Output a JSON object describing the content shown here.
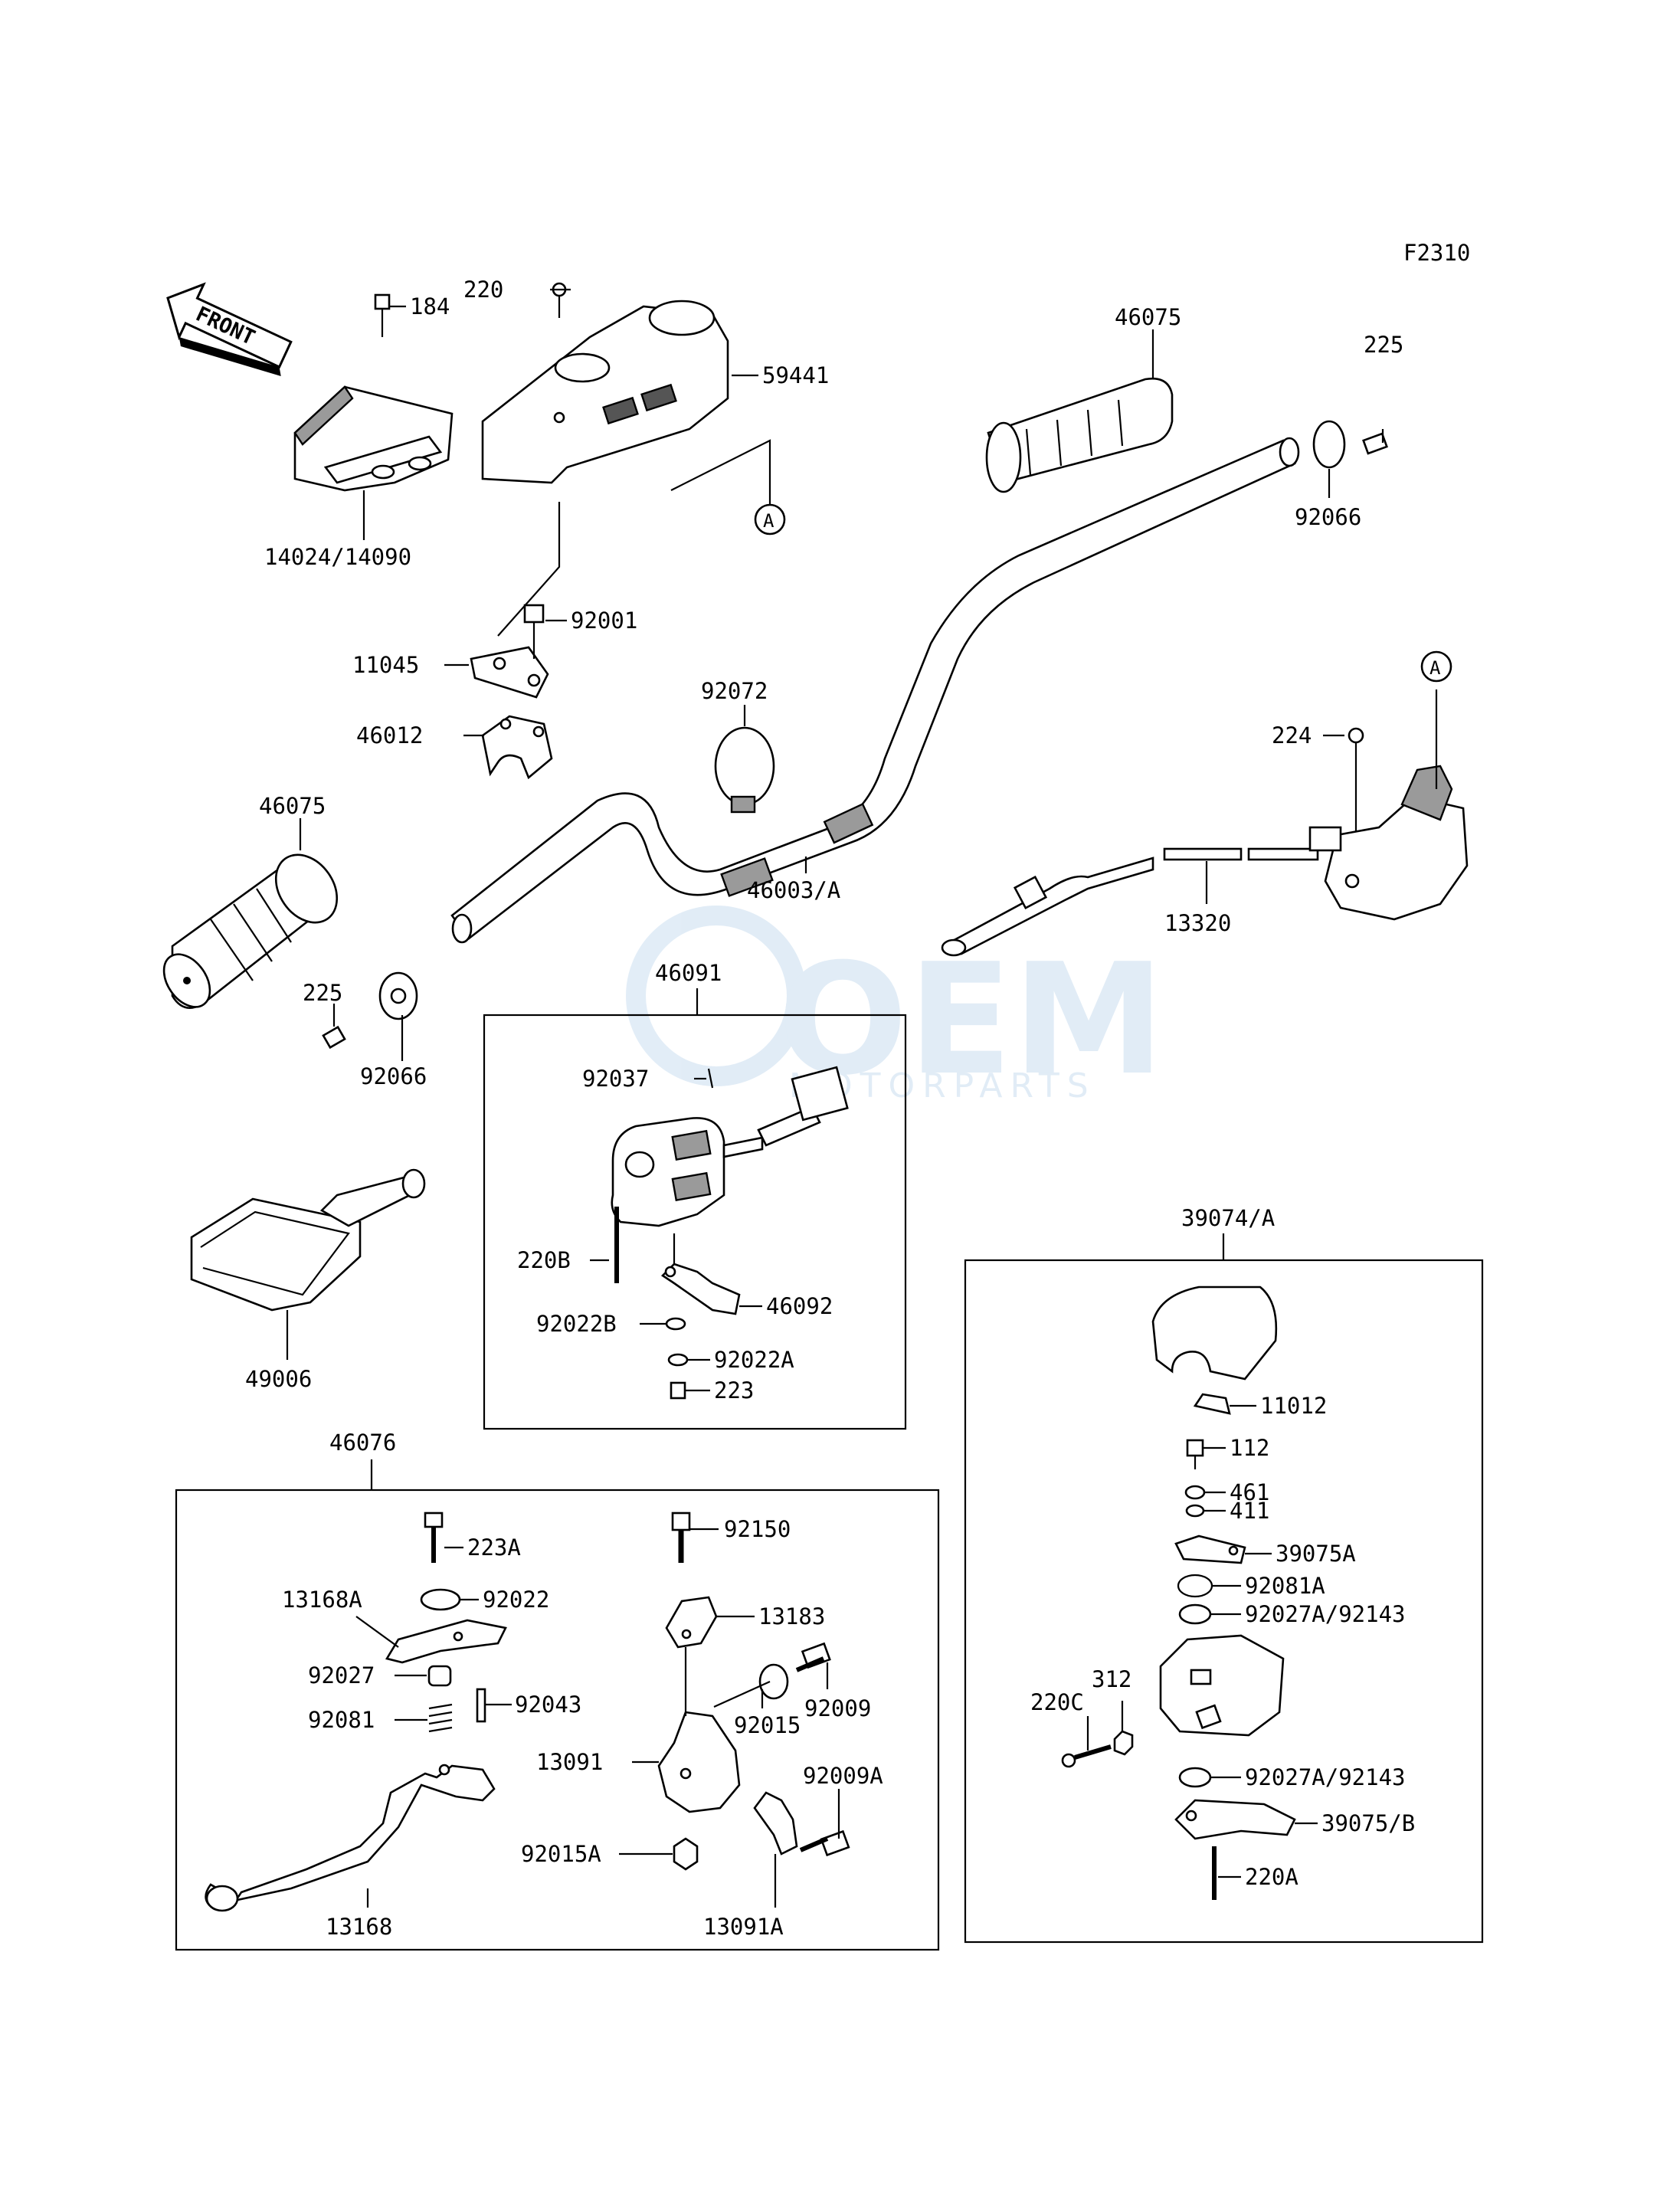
{
  "figure_code": "F2310",
  "front_label": "FRONT",
  "ref_marker": "A",
  "watermark": {
    "brand": "OEM",
    "sub": "MOTORPARTS"
  },
  "callouts": {
    "p184": "184",
    "p220": "220",
    "p59441": "59441",
    "p14024": "14024/14090",
    "p92001": "92001",
    "p11045": "11045",
    "p46012": "46012",
    "p46075_left": "46075",
    "p225_left": "225",
    "p92066_left": "92066",
    "p92072": "92072",
    "p46003": "46003/A",
    "p46075_right": "46075",
    "p225_right": "225",
    "p92066_right": "92066",
    "p224": "224",
    "p13320": "13320",
    "p46091": "46091",
    "p92037": "92037",
    "p220B": "220B",
    "p92022B": "92022B",
    "p46092": "46092",
    "p92022A": "92022A",
    "p223": "223",
    "p49006": "49006",
    "p46076": "46076",
    "p223A": "223A",
    "p13168A": "13168A",
    "p92022": "92022",
    "p92027": "92027",
    "p92043": "92043",
    "p92081": "92081",
    "p13168": "13168",
    "p92150": "92150",
    "p13183": "13183",
    "p92015": "92015",
    "p92009": "92009",
    "p13091": "13091",
    "p92009A": "92009A",
    "p92015A": "92015A",
    "p13091A": "13091A",
    "p39074": "39074/A",
    "p11012": "11012",
    "p112": "112",
    "p461": "461",
    "p411": "411",
    "p39075A": "39075A",
    "p92081A": "92081A",
    "p92027A_1": "92027A/92143",
    "p312": "312",
    "p220C": "220C",
    "p92027A_2": "92027A/92143",
    "p39075B": "39075/B",
    "p220A": "220A"
  }
}
